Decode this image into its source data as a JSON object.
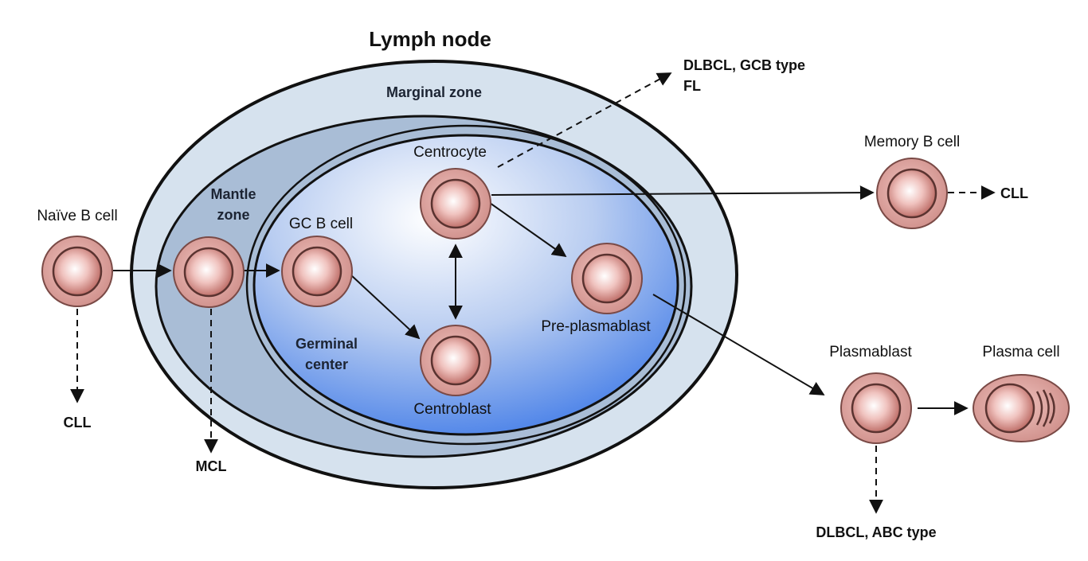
{
  "title": "Lymph node",
  "zones": {
    "marginal": "Marginal zone",
    "mantle_line1": "Mantle",
    "mantle_line2": "zone",
    "germinal_line1": "Germinal",
    "germinal_line2": "center"
  },
  "cells": {
    "naive": "Naïve B cell",
    "gc_b": "GC B cell",
    "centrocyte": "Centrocyte",
    "centroblast": "Centroblast",
    "pre_plasmablast": "Pre-plasmablast",
    "memory": "Memory B cell",
    "plasmablast": "Plasmablast",
    "plasma": "Plasma cell"
  },
  "outcomes": {
    "cll_naive": "CLL",
    "mcl": "MCL",
    "dlbcl_gcb_line1": "DLBCL, GCB type",
    "dlbcl_gcb_line2": "FL",
    "cll_memory": "CLL",
    "dlbcl_abc": "DLBCL, ABC type"
  },
  "colors": {
    "marginal_fill": "#d6e2ee",
    "mantle_fill": "#a9bdd6",
    "gc_inner": "#ffffff",
    "gc_outer": "#2f6fe6",
    "cell_fill": "#d99a95",
    "cell_edge": "#7a4a46",
    "stroke": "#111111"
  }
}
